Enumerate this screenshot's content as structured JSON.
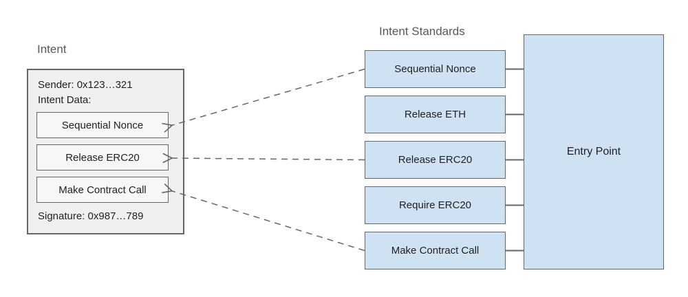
{
  "colors": {
    "accent_blue": "#cfe2f3",
    "box_gray": "#f0f0f0",
    "inner_gray": "#f7f7f7",
    "border": "#666666",
    "title_text": "#595959",
    "text": "#1f1f1f",
    "background": "#ffffff"
  },
  "intent": {
    "title": "Intent",
    "sender": "Sender: 0x123…321",
    "data_label": "Intent Data:",
    "items": [
      "Sequential Nonce",
      "Release ERC20",
      "Make Contract Call"
    ],
    "signature": "Signature: 0x987…789"
  },
  "standards": {
    "title": "Intent Standards",
    "items": [
      "Sequential Nonce",
      "Release ETH",
      "Release ERC20",
      "Require ERC20",
      "Make Contract Call"
    ]
  },
  "entry_point": {
    "label": "Entry Point"
  }
}
